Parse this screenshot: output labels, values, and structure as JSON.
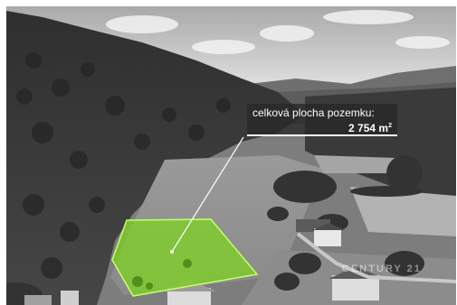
{
  "photo": {
    "alt_subject": "aerial-land-plot",
    "highlight_color": "#7ed321",
    "overlay_color": "#282828"
  },
  "label": {
    "title": "celková plocha pozemku:",
    "value": "2 754 m",
    "unit_sup": "2"
  },
  "watermark": {
    "text": "CENTURY 21"
  }
}
